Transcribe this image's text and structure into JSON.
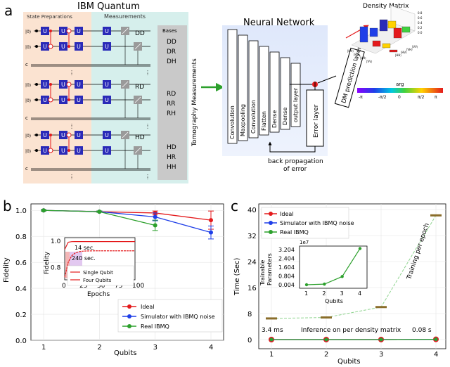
{
  "panel_a": {
    "letter": "a",
    "ibm_title": "IBM Quantum",
    "state_prep_label": "State Preparations",
    "measurements_label": "Measurements",
    "ket0": "|0⟩",
    "gate_u": "U",
    "classical_label": "c",
    "bases_title": "Bases",
    "group_labels": [
      "DD",
      "RD",
      "HD"
    ],
    "bases_groups": [
      [
        "DD",
        "DR",
        "DH"
      ],
      [
        "RD",
        "RR",
        "RH"
      ],
      [
        "HD",
        "HR",
        "HH"
      ]
    ],
    "tomography_label": "Tomography Measurements",
    "nn_title": "Neural Network",
    "nn_layers": [
      "Convolution",
      "Maxpooling",
      "Convolution",
      "Flatten",
      "Dense",
      "Dense",
      "output layer"
    ],
    "error_layer": "Error layer",
    "dm_layer": "DM prediction layer",
    "backprop_line1": "back propagation",
    "backprop_line2": "of error",
    "dm_title": "Density Matrix",
    "dm_colorbar_label": "arg",
    "dm_colorbar_ticks": [
      "-π",
      "-π/2",
      "0",
      "π/2",
      "π"
    ],
    "dm_zticks": [
      "0.8",
      "0.6",
      "0.4",
      "0.2",
      "0.0"
    ],
    "dm_axis_ticks": [
      "|HH⟩",
      "|HV⟩",
      "|VH⟩",
      "|VV⟩"
    ]
  },
  "panel_b": {
    "letter": "b",
    "chart_data": {
      "type": "line",
      "x": [
        1,
        2,
        3,
        4
      ],
      "xlabel": "Qubits",
      "ylabel": "Fidelity",
      "ylim": [
        0.0,
        1.05
      ],
      "yticks": [
        "0.0",
        "0.2",
        "0.4",
        "0.6",
        "0.8",
        "1.0"
      ],
      "xticks": [
        "1",
        "2",
        "3",
        "4"
      ],
      "series": [
        {
          "name": "Ideal",
          "values": [
            1.0,
            0.99,
            0.98,
            0.925
          ],
          "err": [
            0.005,
            0.005,
            0.015,
            0.07
          ],
          "color": "#e41a1c"
        },
        {
          "name": "Simulator with IBMQ noise",
          "values": [
            1.0,
            0.99,
            0.95,
            0.83
          ],
          "err": [
            0.005,
            0.005,
            0.03,
            0.05
          ],
          "color": "#1f3fe8"
        },
        {
          "name": "Real IBMQ",
          "values": [
            1.0,
            0.99,
            0.885,
            null
          ],
          "err": [
            0.005,
            0.005,
            0.04,
            null
          ],
          "color": "#2ca02c"
        }
      ],
      "inset": {
        "type": "line",
        "xlabel": "Epochs",
        "ylabel": "Fidelity",
        "xticks": [
          "0",
          "25",
          "50",
          "75",
          "100"
        ],
        "yticks": [
          "0.8",
          "1.0"
        ],
        "ylim": [
          0.7,
          1.02
        ],
        "xlim": [
          0,
          100
        ],
        "annotations": [
          "14 sec.",
          "240 sec."
        ],
        "series": [
          {
            "name": "Single Qubit",
            "color": "#e41a1c",
            "marker": "o"
          },
          {
            "name": "Four Qubits",
            "color": "#e41a1c",
            "marker": "^"
          }
        ]
      }
    }
  },
  "panel_c": {
    "letter": "c",
    "chart_data": {
      "type": "line",
      "x": [
        1,
        2,
        3,
        4
      ],
      "xlabel": "Qubits",
      "ylabel": "Time (Sec)",
      "ylim": [
        0,
        40
      ],
      "yticks": [
        "0",
        "8",
        "16",
        "24",
        "32",
        "40"
      ],
      "xticks": [
        "1",
        "2",
        "3",
        "4"
      ],
      "series": [
        {
          "name": "Ideal",
          "values": [
            0.0034,
            0.004,
            0.006,
            0.08
          ],
          "color": "#e41a1c"
        },
        {
          "name": "Simulator with IBMQ noise",
          "values": [
            0.0034,
            0.004,
            0.006,
            0.08
          ],
          "color": "#1f3fe8"
        },
        {
          "name": "Real IBMQ",
          "values": [
            0.0034,
            0.004,
            0.006,
            0.08
          ],
          "color": "#2ca02c"
        },
        {
          "name": "Training per epoch",
          "values": [
            6.5,
            6.8,
            10.0,
            38.2
          ],
          "color": "#8fd48f"
        }
      ],
      "annotations": {
        "ms": "3.4 ms",
        "s": "0.08 s",
        "inference": "Inference on per density matrix",
        "training": "Training per epoch"
      },
      "inset": {
        "type": "line",
        "xlabel": "Qubits",
        "ylabel": "Trainable\nParameters",
        "exponent": "1e7",
        "x": [
          1,
          2,
          3,
          4
        ],
        "values": [
          0.004,
          0.06,
          0.75,
          3.3
        ],
        "yticks": [
          "0.004",
          "0.804",
          "1.604",
          "2.404",
          "3.204"
        ],
        "xticks": [
          "1",
          "2",
          "3",
          "4"
        ],
        "color": "#2ca02c"
      }
    }
  }
}
